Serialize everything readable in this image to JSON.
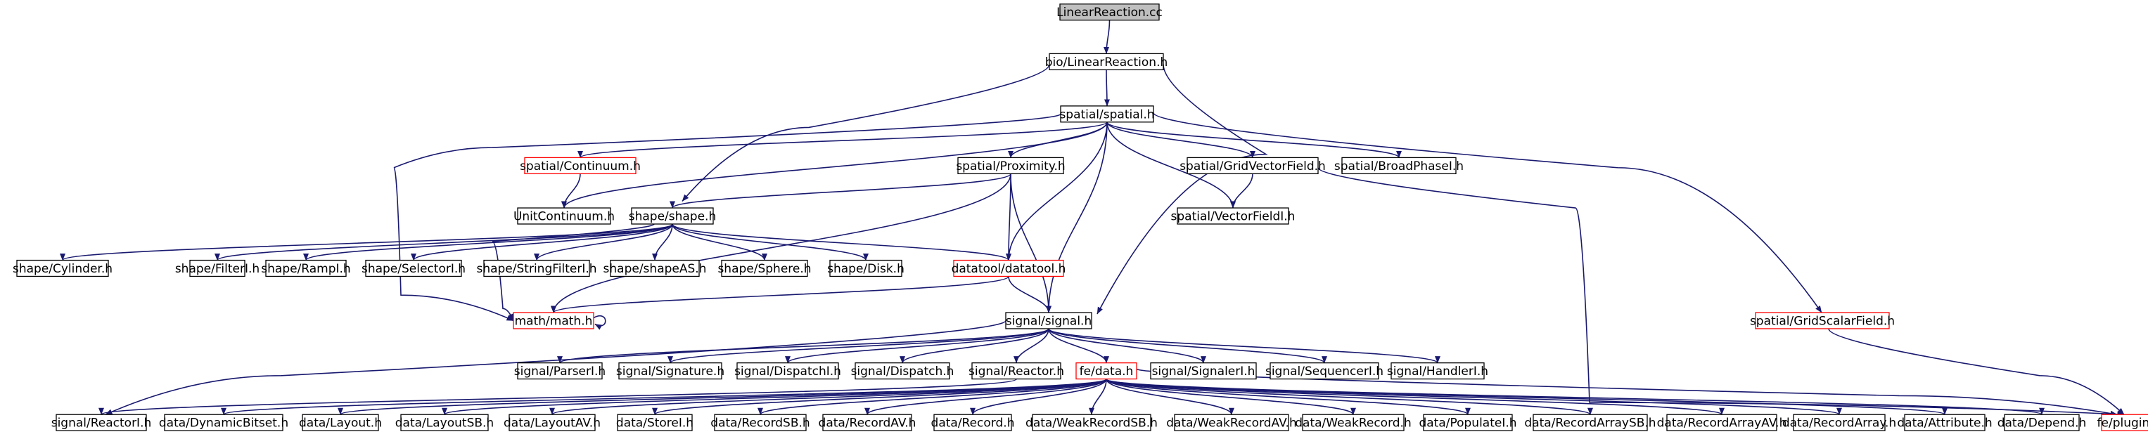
{
  "title_node": "LinearReaction.cc",
  "colors": {
    "edge": "#191970",
    "node_border": "#000000",
    "node_border_truncated": "#ff0000",
    "root_fill": "#bfbfbf",
    "node_fill": "#ffffff",
    "background": "#ffffff"
  },
  "nodes": {
    "root": {
      "label": "LinearReaction.cc",
      "truncated": false
    },
    "bio_linearreaction": {
      "label": "bio/LinearReaction.h",
      "truncated": false
    },
    "spatial_spatial": {
      "label": "spatial/spatial.h",
      "truncated": false
    },
    "spatial_continuum": {
      "label": "spatial/Continuum.h",
      "truncated": true
    },
    "spatial_proximity": {
      "label": "spatial/Proximity.h",
      "truncated": false
    },
    "spatial_gridvectorfield": {
      "label": "spatial/GridVectorField.h",
      "truncated": false
    },
    "spatial_broadphasei": {
      "label": "spatial/BroadPhaseI.h",
      "truncated": false
    },
    "unitcontinuum": {
      "label": "UnitContinuum.h",
      "truncated": false
    },
    "shape_shape": {
      "label": "shape/shape.h",
      "truncated": false
    },
    "spatial_vectorfieldi": {
      "label": "spatial/VectorFieldI.h",
      "truncated": false
    },
    "shape_cylinder": {
      "label": "shape/Cylinder.h",
      "truncated": false
    },
    "shape_filteri": {
      "label": "shape/FilterI.h",
      "truncated": false
    },
    "shape_rampi": {
      "label": "shape/RampI.h",
      "truncated": false
    },
    "shape_selectori": {
      "label": "shape/SelectorI.h",
      "truncated": false
    },
    "shape_stringfilteri": {
      "label": "shape/StringFilterI.h",
      "truncated": false
    },
    "shape_shapeas": {
      "label": "shape/shapeAS.h",
      "truncated": false
    },
    "shape_sphere": {
      "label": "shape/Sphere.h",
      "truncated": false
    },
    "shape_disk": {
      "label": "shape/Disk.h",
      "truncated": false
    },
    "datatool_datatool": {
      "label": "datatool/datatool.h",
      "truncated": true
    },
    "math_math": {
      "label": "math/math.h",
      "truncated": true
    },
    "signal_signal": {
      "label": "signal/signal.h",
      "truncated": false
    },
    "spatial_gridscalarfield": {
      "label": "spatial/GridScalarField.h",
      "truncated": true
    },
    "signal_parseri": {
      "label": "signal/ParserI.h",
      "truncated": false
    },
    "signal_signature": {
      "label": "signal/Signature.h",
      "truncated": false
    },
    "signal_dispatchi": {
      "label": "signal/DispatchI.h",
      "truncated": false
    },
    "signal_dispatch": {
      "label": "signal/Dispatch.h",
      "truncated": false
    },
    "signal_reactor": {
      "label": "signal/Reactor.h",
      "truncated": false
    },
    "fe_data": {
      "label": "fe/data.h",
      "truncated": true
    },
    "signal_signaleri": {
      "label": "signal/SignalerI.h",
      "truncated": false
    },
    "signal_sequenceri": {
      "label": "signal/SequencerI.h",
      "truncated": false
    },
    "signal_handleri": {
      "label": "signal/HandlerI.h",
      "truncated": false
    },
    "signal_reactori": {
      "label": "signal/ReactorI.h",
      "truncated": false
    },
    "data_dynamicbitset": {
      "label": "data/DynamicBitset.h",
      "truncated": false
    },
    "data_layout": {
      "label": "data/Layout.h",
      "truncated": false
    },
    "data_layoutsb": {
      "label": "data/LayoutSB.h",
      "truncated": false
    },
    "data_layoutav": {
      "label": "data/LayoutAV.h",
      "truncated": false
    },
    "data_storei": {
      "label": "data/StoreI.h",
      "truncated": false
    },
    "data_recordsb": {
      "label": "data/RecordSB.h",
      "truncated": false
    },
    "data_recordav": {
      "label": "data/RecordAV.h",
      "truncated": false
    },
    "data_record": {
      "label": "data/Record.h",
      "truncated": false
    },
    "data_weakrecordsb": {
      "label": "data/WeakRecordSB.h",
      "truncated": false
    },
    "data_weakrecordav": {
      "label": "data/WeakRecordAV.h",
      "truncated": false
    },
    "data_weakrecord": {
      "label": "data/WeakRecord.h",
      "truncated": false
    },
    "data_populatei": {
      "label": "data/PopulateI.h",
      "truncated": false
    },
    "data_recordarraysb": {
      "label": "data/RecordArraySB.h",
      "truncated": false
    },
    "data_recordarrayav": {
      "label": "data/RecordArrayAV.h",
      "truncated": false
    },
    "data_recordarray": {
      "label": "data/RecordArray.h",
      "truncated": false
    },
    "data_attribute": {
      "label": "data/Attribute.h",
      "truncated": false
    },
    "data_depend": {
      "label": "data/Depend.h",
      "truncated": false
    },
    "fe_plugin": {
      "label": "fe/plugin.h",
      "truncated": true
    }
  },
  "edges": [
    [
      "root",
      "bio_linearreaction"
    ],
    [
      "bio_linearreaction",
      "spatial_spatial"
    ],
    [
      "bio_linearreaction",
      "shape_shape"
    ],
    [
      "bio_linearreaction",
      "signal_signal"
    ],
    [
      "spatial_spatial",
      "spatial_continuum"
    ],
    [
      "spatial_spatial",
      "spatial_proximity"
    ],
    [
      "spatial_spatial",
      "spatial_gridvectorfield"
    ],
    [
      "spatial_spatial",
      "spatial_broadphasei"
    ],
    [
      "spatial_spatial",
      "unitcontinuum"
    ],
    [
      "spatial_spatial",
      "spatial_vectorfieldi"
    ],
    [
      "spatial_spatial",
      "datatool_datatool"
    ],
    [
      "spatial_spatial",
      "math_math"
    ],
    [
      "spatial_spatial",
      "signal_signal"
    ],
    [
      "spatial_spatial",
      "spatial_gridscalarfield"
    ],
    [
      "spatial_continuum",
      "unitcontinuum"
    ],
    [
      "spatial_proximity",
      "shape_shape"
    ],
    [
      "spatial_proximity",
      "datatool_datatool"
    ],
    [
      "spatial_proximity",
      "math_math"
    ],
    [
      "spatial_proximity",
      "signal_signal"
    ],
    [
      "spatial_gridvectorfield",
      "spatial_vectorfieldi"
    ],
    [
      "spatial_gridvectorfield",
      "fe_plugin"
    ],
    [
      "shape_shape",
      "shape_cylinder"
    ],
    [
      "shape_shape",
      "shape_filteri"
    ],
    [
      "shape_shape",
      "shape_rampi"
    ],
    [
      "shape_shape",
      "shape_selectori"
    ],
    [
      "shape_shape",
      "shape_stringfilteri"
    ],
    [
      "shape_shape",
      "shape_shapeas"
    ],
    [
      "shape_shape",
      "shape_sphere"
    ],
    [
      "shape_shape",
      "shape_disk"
    ],
    [
      "shape_shape",
      "datatool_datatool"
    ],
    [
      "shape_shape",
      "math_math"
    ],
    [
      "datatool_datatool",
      "math_math"
    ],
    [
      "datatool_datatool",
      "signal_signal"
    ],
    [
      "math_math",
      "math_math"
    ],
    [
      "signal_signal",
      "signal_parseri"
    ],
    [
      "signal_signal",
      "signal_signature"
    ],
    [
      "signal_signal",
      "signal_dispatchi"
    ],
    [
      "signal_signal",
      "signal_dispatch"
    ],
    [
      "signal_signal",
      "signal_reactor"
    ],
    [
      "signal_signal",
      "fe_data"
    ],
    [
      "signal_signal",
      "signal_signaleri"
    ],
    [
      "signal_signal",
      "signal_sequenceri"
    ],
    [
      "signal_signal",
      "signal_handleri"
    ],
    [
      "signal_signal",
      "signal_reactori"
    ],
    [
      "signal_reactor",
      "signal_reactori"
    ],
    [
      "fe_data",
      "data_dynamicbitset"
    ],
    [
      "fe_data",
      "data_layout"
    ],
    [
      "fe_data",
      "data_layoutsb"
    ],
    [
      "fe_data",
      "data_layoutav"
    ],
    [
      "fe_data",
      "data_storei"
    ],
    [
      "fe_data",
      "data_recordsb"
    ],
    [
      "fe_data",
      "data_recordav"
    ],
    [
      "fe_data",
      "data_record"
    ],
    [
      "fe_data",
      "data_weakrecordsb"
    ],
    [
      "fe_data",
      "data_weakrecordav"
    ],
    [
      "fe_data",
      "data_weakrecord"
    ],
    [
      "fe_data",
      "data_populatei"
    ],
    [
      "fe_data",
      "data_recordarraysb"
    ],
    [
      "fe_data",
      "data_recordarrayav"
    ],
    [
      "fe_data",
      "data_recordarray"
    ],
    [
      "fe_data",
      "data_attribute"
    ],
    [
      "fe_data",
      "data_depend"
    ],
    [
      "fe_data",
      "fe_plugin"
    ],
    [
      "spatial_gridscalarfield",
      "fe_plugin"
    ]
  ]
}
